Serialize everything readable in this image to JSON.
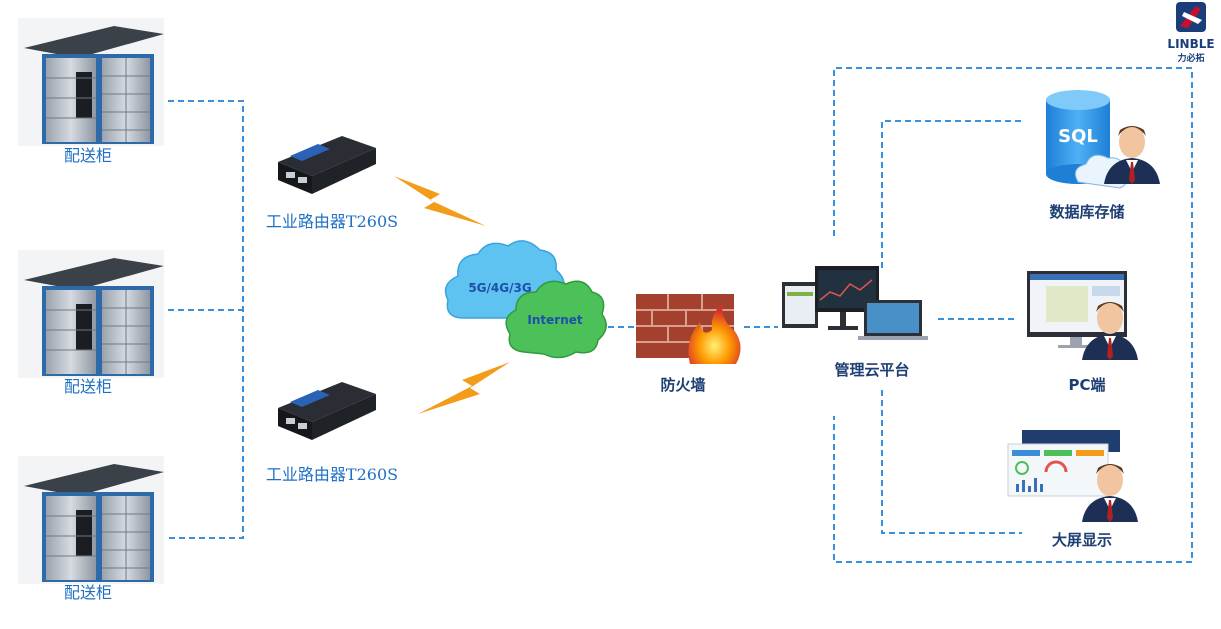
{
  "logo": {
    "brand": "LINBLE",
    "subtitle": "力必拓",
    "accent": "#c8102e",
    "secondary": "#1a3e7a"
  },
  "lockers": [
    {
      "label": "配送柜"
    },
    {
      "label": "配送柜"
    },
    {
      "label": "配送柜"
    }
  ],
  "routers": [
    {
      "label": "工业路由器T260S"
    },
    {
      "label": "工业路由器T260S"
    }
  ],
  "clouds": {
    "mobile": "5G/4G/3G",
    "internet": "Internet"
  },
  "firewall": {
    "label": "防火墙"
  },
  "platform": {
    "label": "管理云平台"
  },
  "endpoints": {
    "database": {
      "label": "数据库存储",
      "badge": "SQL"
    },
    "pc": {
      "label": "PC端"
    },
    "bigscreen": {
      "label": "大屏显示"
    }
  },
  "colors": {
    "link": "#3a8fde",
    "label_blue": "#1f6fc5",
    "label_dark": "#1e3f73",
    "bolt": "#f39c1a"
  }
}
